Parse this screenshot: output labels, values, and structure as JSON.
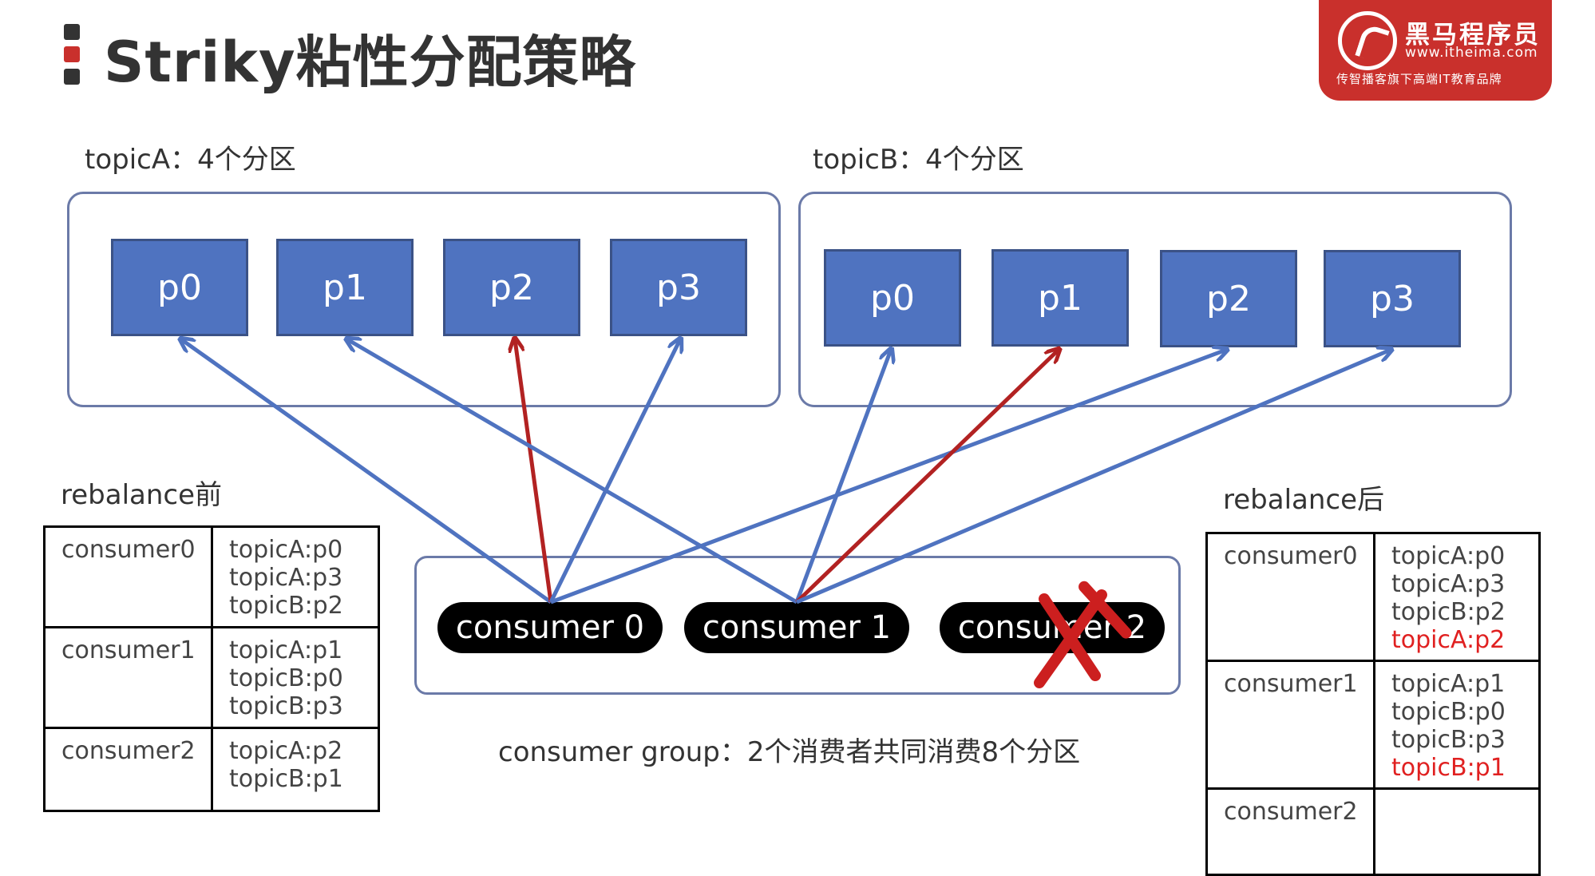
{
  "header": {
    "title": "Striky粘性分配策略",
    "marker_colors": [
      "#333333",
      "#c9302c",
      "#333333"
    ]
  },
  "logo": {
    "name": "黑马程序员",
    "url": "www.itheima.com",
    "slogan": "传智播客旗下高端IT教育品牌",
    "color": "#c9302c"
  },
  "topics": [
    {
      "label": "topicA：4个分区",
      "partitions": [
        "p0",
        "p1",
        "p2",
        "p3"
      ]
    },
    {
      "label": "topicB：4个分区",
      "partitions": [
        "p0",
        "p1",
        "p2",
        "p3"
      ]
    }
  ],
  "consumers": [
    "consumer 0",
    "consumer 1",
    "consumer 2"
  ],
  "removed_consumer_index": 2,
  "group_caption": "consumer group：2个消费者共同消费8个分区",
  "colors": {
    "partition_fill": "#4f73c0",
    "original_assignment": "#4f73c0",
    "reassigned": "#b22222",
    "removed_mark": "#cc1f1f"
  },
  "assignment_arrows": [
    {
      "consumer": 0,
      "topic": 0,
      "partition": 0,
      "type": "original"
    },
    {
      "consumer": 0,
      "topic": 0,
      "partition": 2,
      "type": "reassigned"
    },
    {
      "consumer": 0,
      "topic": 0,
      "partition": 3,
      "type": "original"
    },
    {
      "consumer": 0,
      "topic": 1,
      "partition": 2,
      "type": "original"
    },
    {
      "consumer": 1,
      "topic": 0,
      "partition": 1,
      "type": "original"
    },
    {
      "consumer": 1,
      "topic": 1,
      "partition": 0,
      "type": "original"
    },
    {
      "consumer": 1,
      "topic": 1,
      "partition": 1,
      "type": "reassigned"
    },
    {
      "consumer": 1,
      "topic": 1,
      "partition": 3,
      "type": "original"
    }
  ],
  "before_table": {
    "title": "rebalance前",
    "rows": [
      {
        "consumer": "consumer0",
        "items": [
          {
            "text": "topicA:p0"
          },
          {
            "text": "topicA:p3"
          },
          {
            "text": "topicB:p2"
          }
        ]
      },
      {
        "consumer": "consumer1",
        "items": [
          {
            "text": "topicA:p1"
          },
          {
            "text": "topicB:p0"
          },
          {
            "text": "topicB:p3"
          }
        ]
      },
      {
        "consumer": "consumer2",
        "items": [
          {
            "text": "topicA:p2"
          },
          {
            "text": "topicB:p1"
          }
        ]
      }
    ]
  },
  "after_table": {
    "title": "rebalance后",
    "rows": [
      {
        "consumer": "consumer0",
        "items": [
          {
            "text": "topicA:p0"
          },
          {
            "text": "topicA:p3"
          },
          {
            "text": "topicB:p2"
          },
          {
            "text": "topicA:p2",
            "new": true
          }
        ]
      },
      {
        "consumer": "consumer1",
        "items": [
          {
            "text": "topicA:p1"
          },
          {
            "text": "topicB:p0"
          },
          {
            "text": "topicB:p3"
          },
          {
            "text": "topicB:p1",
            "new": true
          }
        ]
      },
      {
        "consumer": "consumer2",
        "items": []
      }
    ]
  }
}
